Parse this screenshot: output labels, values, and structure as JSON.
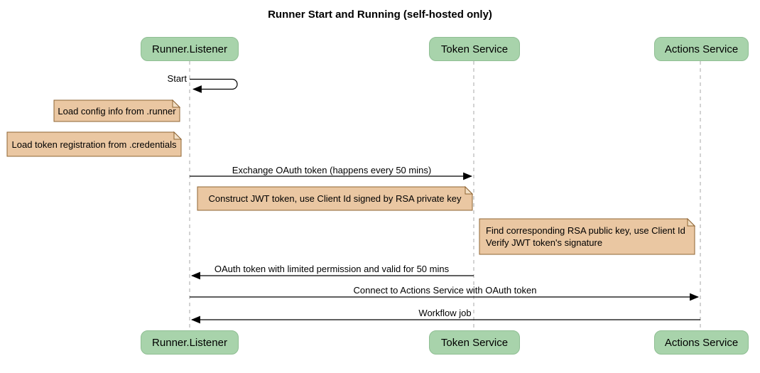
{
  "title": "Runner Start and Running (self-hosted only)",
  "participants": [
    {
      "name": "Runner.Listener"
    },
    {
      "name": "Token Service"
    },
    {
      "name": "Actions Service"
    }
  ],
  "messages": {
    "start": "Start",
    "exchange": "Exchange OAuth token (happens every 50 mins)",
    "oauth_return": "OAuth token with limited permission and valid for 50 mins",
    "connect": "Connect to Actions Service with OAuth token",
    "workflow": "Workflow job"
  },
  "notes": {
    "config": "Load config info from .runner",
    "credentials": "Load token registration from .credentials",
    "jwt": "Construct JWT token, use Client Id signed by RSA private key",
    "verify_line1": "Find corresponding RSA public key, use Client Id",
    "verify_line2": "Verify JWT token's signature"
  },
  "colors": {
    "background": "#FFFFFF",
    "participant_fill": "#A8D3AB",
    "participant_border": "#8FBE93",
    "note_fill": "#EAC7A2",
    "note_fold_fill": "#F2DFC5",
    "note_border": "#8F6433",
    "lifeline": "#B6B6B6",
    "arrow": "#000000",
    "text": "#000000"
  }
}
